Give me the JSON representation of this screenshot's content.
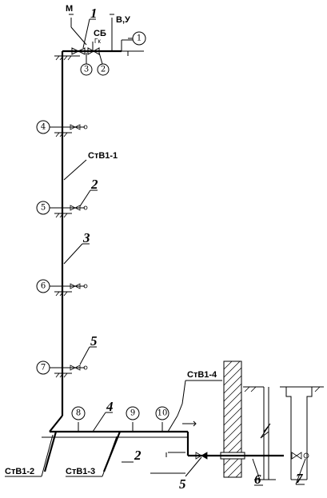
{
  "top_labels": {
    "m": "М",
    "sb": "СБ",
    "sb_sub": "Гк",
    "vu": "В,У"
  },
  "riser_labels": {
    "main": "СтВ1-1",
    "r2": "СтВ1-2",
    "r3": "СтВ1-3",
    "r4": "СтВ1-4"
  },
  "positions": {
    "p1_top": "1",
    "p2_upper": "2",
    "p3": "3",
    "p5_upper": "5",
    "p4": "4",
    "p2_lower": "2",
    "p5_lower": "5",
    "p6": "6",
    "p7": "7"
  },
  "bubbles": {
    "b1": "1",
    "b2": "2",
    "b3": "3",
    "b4": "4",
    "b5": "5",
    "b6": "6",
    "b7": "7",
    "b8": "8",
    "b9": "9",
    "b10": "10"
  }
}
